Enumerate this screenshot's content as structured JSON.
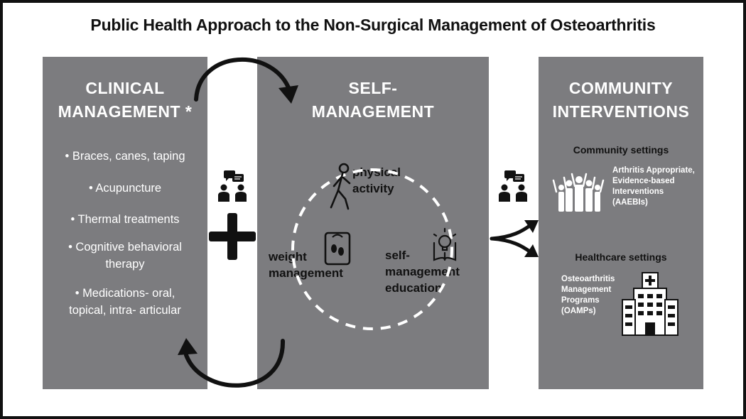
{
  "title": "Public Health Approach to the Non-Surgical Management of Osteoarthritis",
  "clinical": {
    "heading_line1": "CLINICAL",
    "heading_line2": "MANAGEMENT *",
    "items": [
      "• Braces, canes, taping",
      "• Acupuncture",
      "• Thermal treatments",
      "• Cognitive behavioral therapy",
      "• Medications- oral, topical, intra- articular"
    ]
  },
  "self": {
    "heading_line1": "SELF-",
    "heading_line2": "MANAGEMENT",
    "physical_activity": "physical activity",
    "weight_management": "weight management",
    "education": "self- management education"
  },
  "community": {
    "heading_line1": "COMMUNITY",
    "heading_line2": "INTERVENTIONS",
    "community_settings": "Community settings",
    "aaebis": "Arthritis Appropriate, Evidence-based Interventions (AAEBIs)",
    "healthcare_settings": "Healthcare settings",
    "oamps": "Osteoarthritis Management Programs (OAMPs)"
  },
  "icons": [
    "consultation-icon",
    "plus-icon",
    "walking-person-icon",
    "scale-icon",
    "book-lightbulb-icon",
    "group-people-icon",
    "hospital-icon",
    "branch-arrow-icon",
    "cycle-arrow-icon"
  ],
  "colors": {
    "panel": "#7c7c7f",
    "text_dark": "#111111",
    "text_light": "#ffffff"
  }
}
